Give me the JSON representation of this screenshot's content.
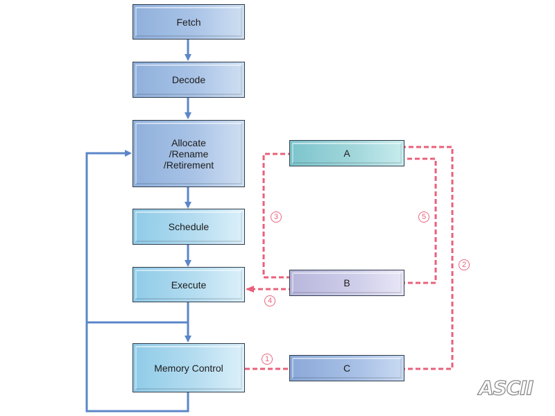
{
  "pipeline": {
    "fetch": "Fetch",
    "decode": "Decode",
    "allocate": "Allocate\n/Rename\n/Retirement",
    "schedule": "Schedule",
    "execute": "Execute",
    "memory_control": "Memory Control"
  },
  "side_units": {
    "a": "A",
    "b": "B",
    "c": "C"
  },
  "step_labels": {
    "one": "1",
    "two": "2",
    "three": "3",
    "four": "4",
    "five": "5"
  },
  "colors": {
    "flow_line": "#5b86c8",
    "dashed_line": "#e8607a"
  },
  "logo": "ASCII"
}
